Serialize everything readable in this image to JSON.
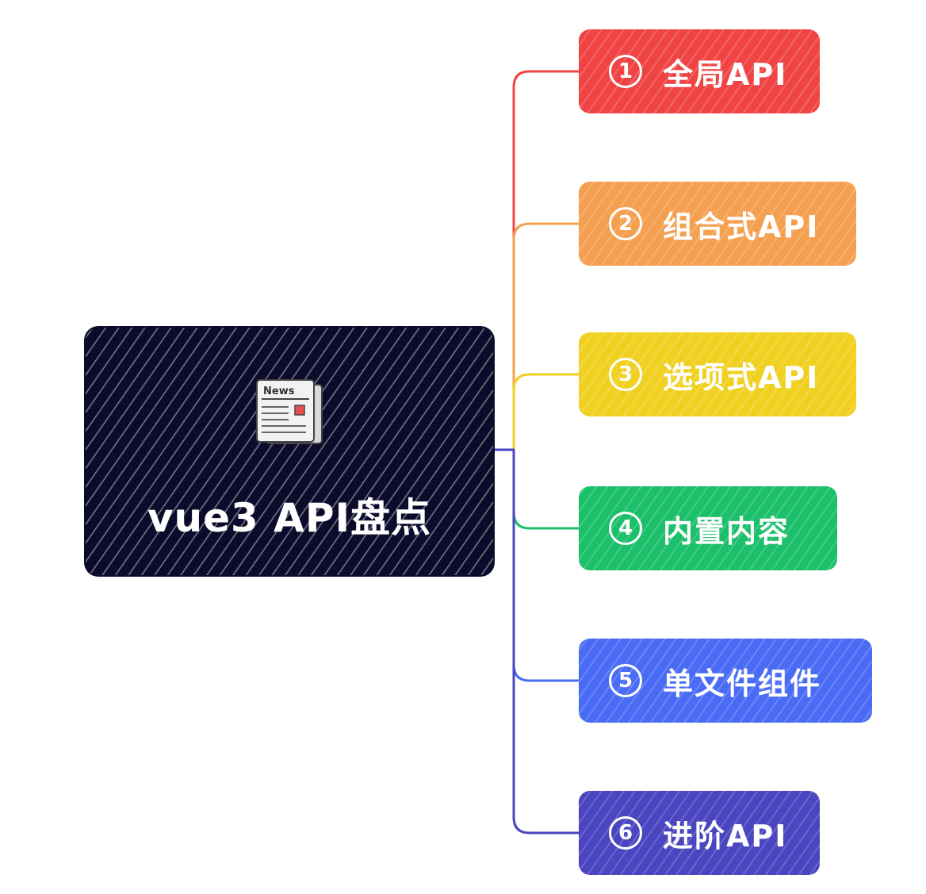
{
  "root": {
    "title": "vue3 API盘点",
    "icon": "newspaper-icon",
    "icon_text": "News",
    "color": "#0b0b2b"
  },
  "branches": [
    {
      "num": "1",
      "label": "全局API",
      "color": "#f04444"
    },
    {
      "num": "2",
      "label": "组合式API",
      "color": "#f4a050"
    },
    {
      "num": "3",
      "label": "选项式API",
      "color": "#f0d020"
    },
    {
      "num": "4",
      "label": "内置内容",
      "color": "#1cbf6a"
    },
    {
      "num": "5",
      "label": "单文件组件",
      "color": "#4a6cf5"
    },
    {
      "num": "6",
      "label": "进阶API",
      "color": "#4a45c0"
    }
  ]
}
